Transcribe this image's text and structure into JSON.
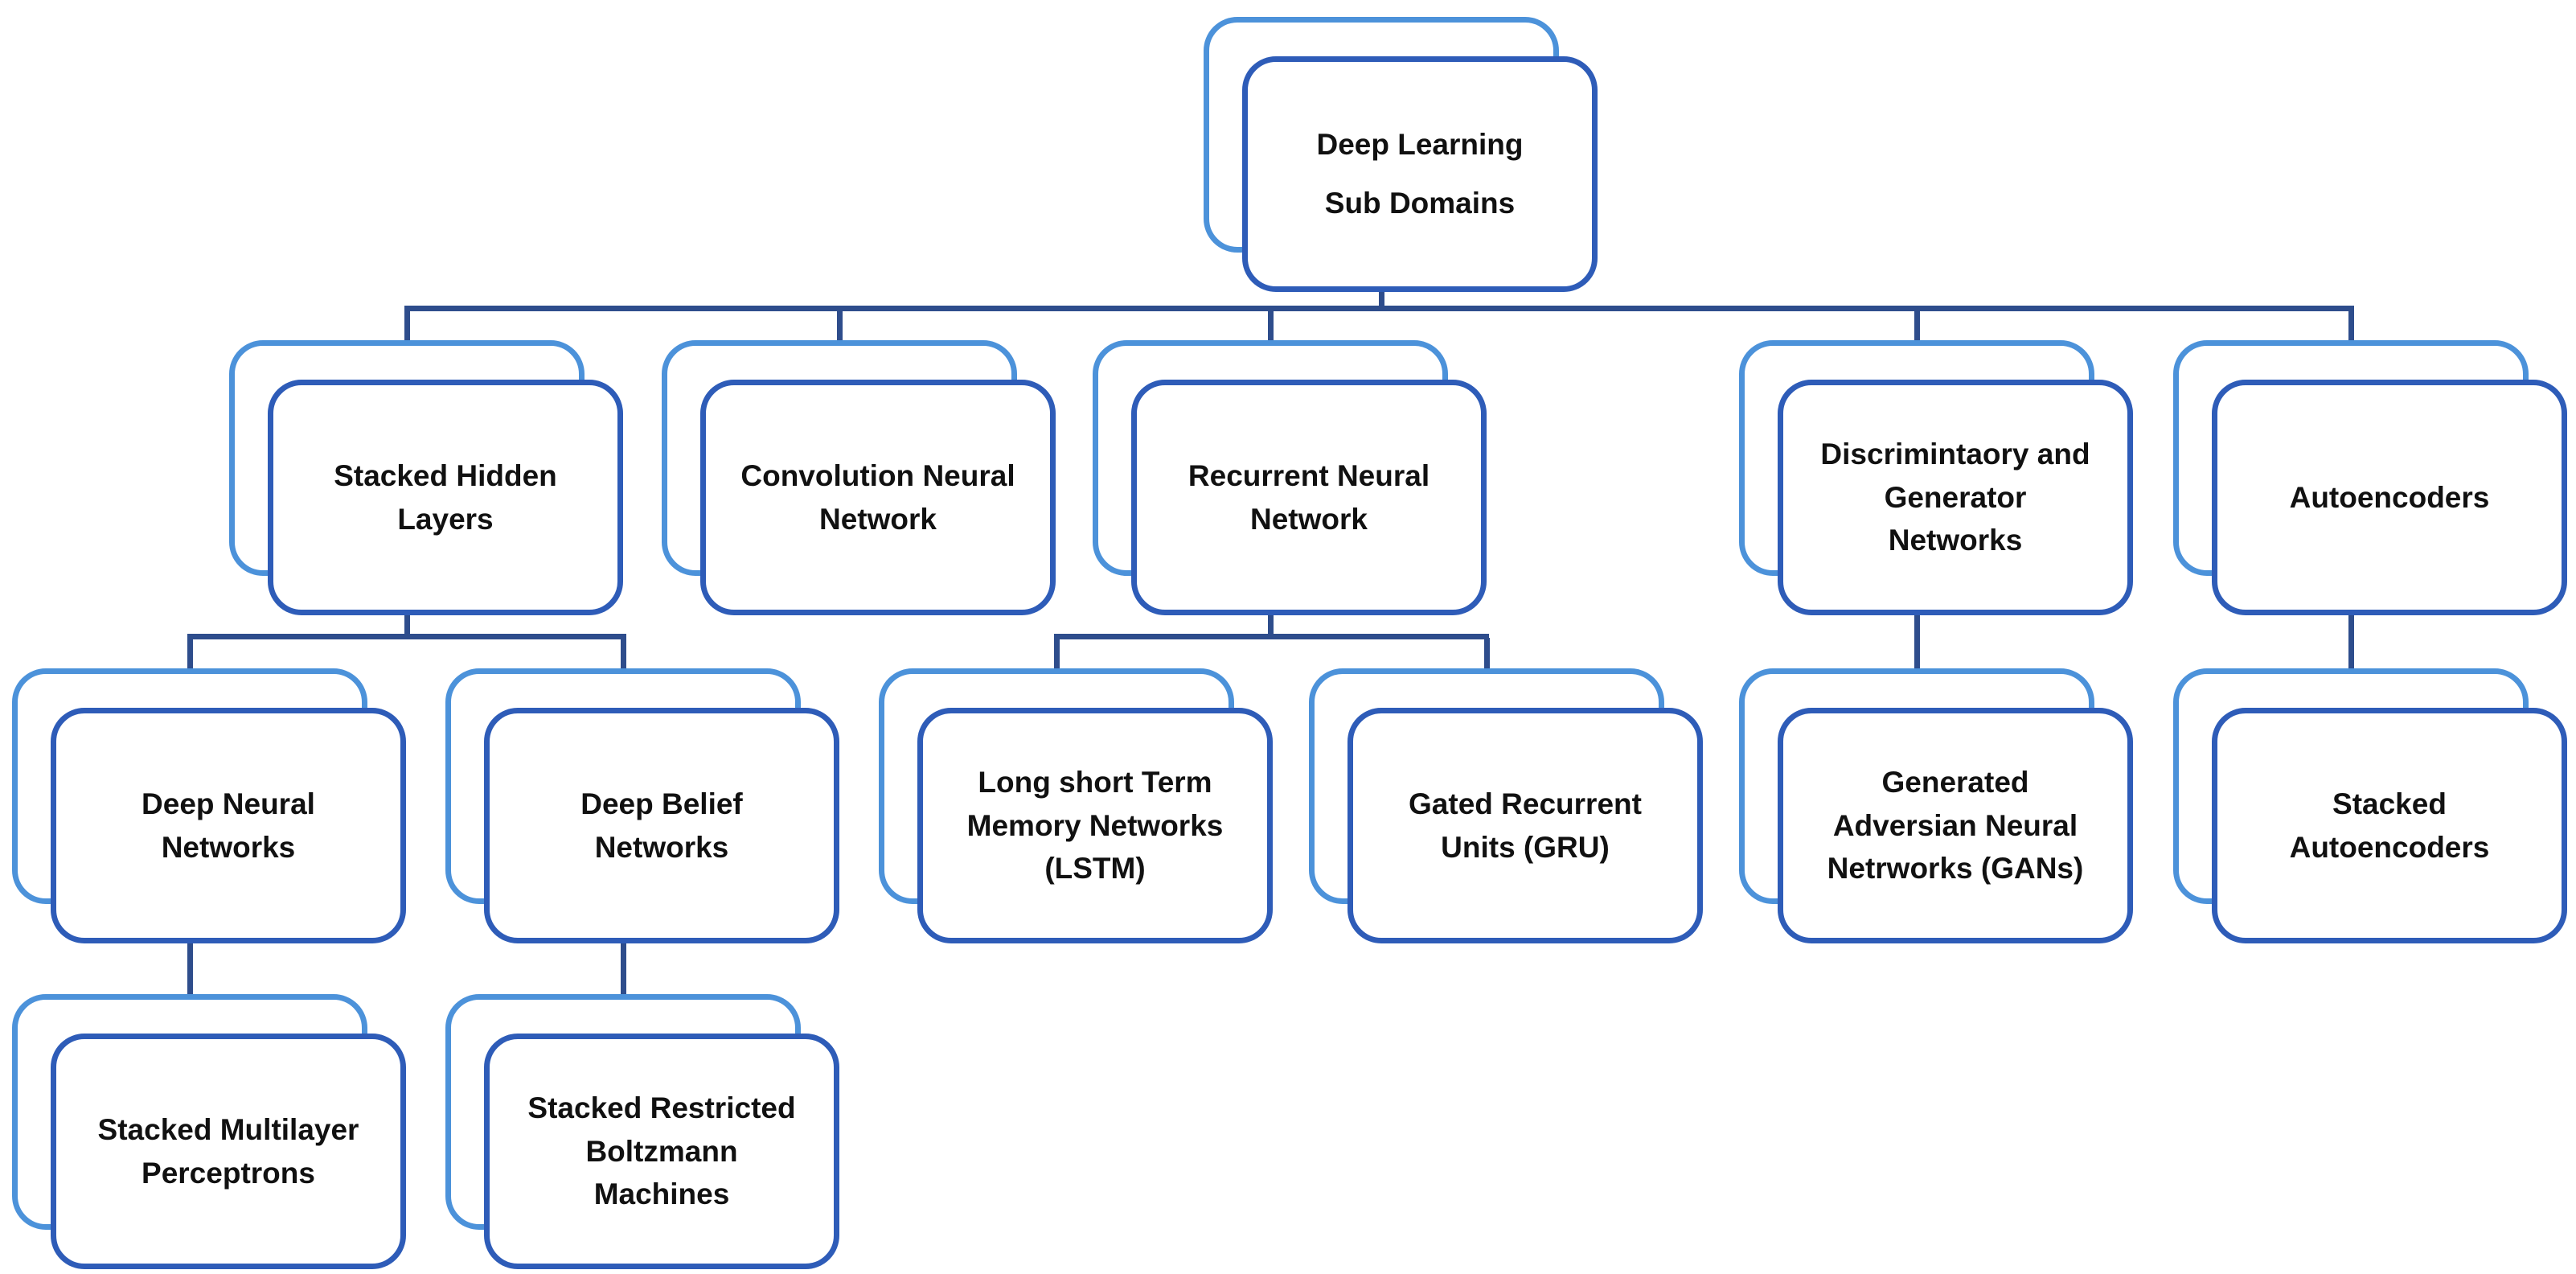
{
  "diagram": {
    "type": "hierarchy-tree",
    "colors": {
      "front_card_border": "#2e5cb8",
      "back_card_border": "#4c92da",
      "connector": "#2e4d8c",
      "card_fill": "#ffffff",
      "text": "#111111",
      "background": "#ffffff"
    },
    "nodes": {
      "root": {
        "label": "Deep Learning\nSub Domains"
      },
      "shl": {
        "label": "Stacked Hidden\nLayers"
      },
      "cnn": {
        "label": "Convolution Neural\nNetwork"
      },
      "rnn": {
        "label": "Recurrent Neural\nNetwork"
      },
      "dgn": {
        "label": "Discrimintaory and\nGenerator\nNetworks"
      },
      "ae": {
        "label": "Autoencoders"
      },
      "dnn": {
        "label": "Deep Neural\nNetworks"
      },
      "dbn": {
        "label": "Deep Belief\nNetworks"
      },
      "lstm": {
        "label": "Long short Term\nMemory Networks\n(LSTM)"
      },
      "gru": {
        "label": "Gated Recurrent\nUnits (GRU)"
      },
      "gan": {
        "label": "Generated\nAdversian Neural\nNetrworks (GANs)"
      },
      "sae": {
        "label": "Stacked\nAutoencoders"
      },
      "smp": {
        "label": "Stacked Multilayer\nPerceptrons"
      },
      "srbm": {
        "label": "Stacked Restricted\nBoltzmann\nMachines"
      }
    },
    "edges": [
      {
        "from": "root",
        "to": "shl"
      },
      {
        "from": "root",
        "to": "cnn"
      },
      {
        "from": "root",
        "to": "rnn"
      },
      {
        "from": "root",
        "to": "dgn"
      },
      {
        "from": "root",
        "to": "ae"
      },
      {
        "from": "shl",
        "to": "dnn"
      },
      {
        "from": "shl",
        "to": "dbn"
      },
      {
        "from": "rnn",
        "to": "lstm"
      },
      {
        "from": "rnn",
        "to": "gru"
      },
      {
        "from": "dgn",
        "to": "gan"
      },
      {
        "from": "ae",
        "to": "sae"
      },
      {
        "from": "dnn",
        "to": "smp"
      },
      {
        "from": "dbn",
        "to": "srbm"
      }
    ]
  }
}
